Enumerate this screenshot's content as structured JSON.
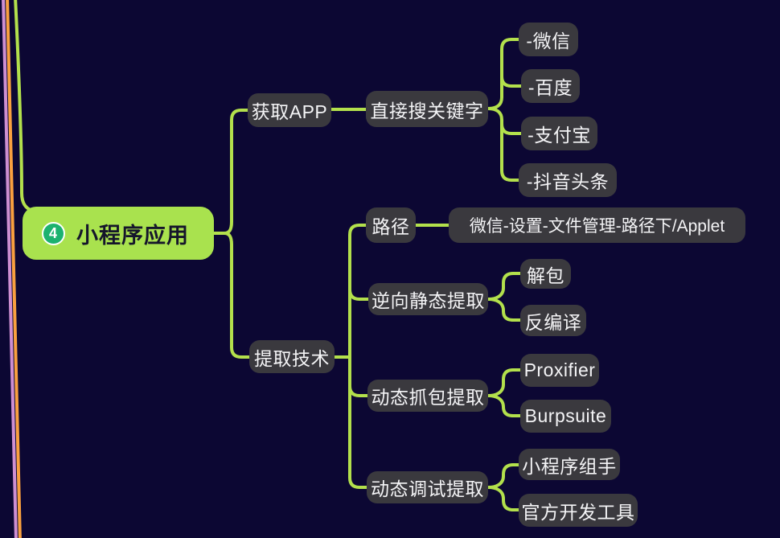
{
  "diagram": {
    "central": {
      "badge_number": "4",
      "label": "小程序应用"
    },
    "get_app": {
      "label": "获取APP",
      "keyword_search": {
        "label": "直接搜关键字",
        "children": [
          {
            "label": "-微信"
          },
          {
            "label": "-百度"
          },
          {
            "label": "-支付宝"
          },
          {
            "label": "-抖音头条"
          }
        ]
      }
    },
    "extract_tech": {
      "label": "提取技术",
      "path": {
        "label": "路径",
        "children": [
          {
            "label": "微信-设置-文件管理-路径下/Applet"
          }
        ]
      },
      "reverse_static": {
        "label": "逆向静态提取",
        "children": [
          {
            "label": "解包"
          },
          {
            "label": "反编译"
          }
        ]
      },
      "dynamic_capture": {
        "label": "动态抓包提取",
        "children": [
          {
            "label": "Proxifier"
          },
          {
            "label": "Burpsuite"
          }
        ]
      },
      "dynamic_debug": {
        "label": "动态调试提取",
        "children": [
          {
            "label": "小程序组手"
          },
          {
            "label": "官方开发工具"
          }
        ]
      }
    }
  },
  "colors": {
    "background": "#0c0733",
    "node_bg": "#3a393e",
    "node_text": "#f4f4f6",
    "branch_line": "#b3e04c",
    "central_bg": "#a9e24e",
    "central_text": "#15152b",
    "badge_bg": "#1cb26f",
    "edge_line_pink": "#ce8fd2",
    "edge_line_orange": "#f9a03f"
  }
}
